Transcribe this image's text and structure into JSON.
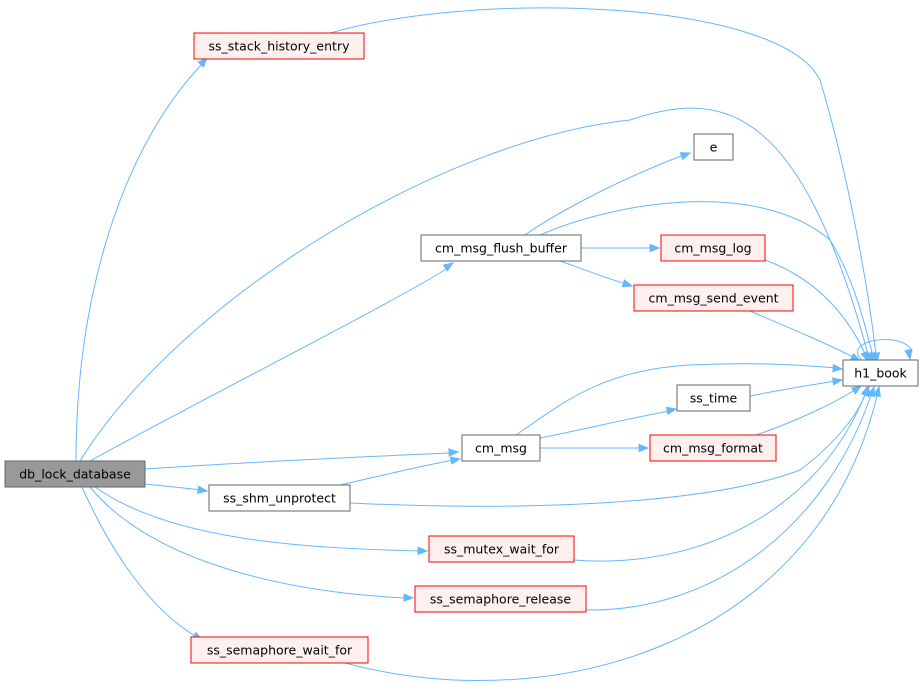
{
  "graph": {
    "style": {
      "edge_color": "#63b8ff",
      "root_fill": "#999999",
      "node_border": "#666666",
      "truncated_border": "#ff0000",
      "truncated_fill": "#fff0f0"
    },
    "nodes": {
      "db_lock_database": {
        "label": "db_lock_database",
        "kind": "root"
      },
      "ss_stack_history_entry": {
        "label": "ss_stack_history_entry",
        "kind": "truncated"
      },
      "cm_msg_flush_buffer": {
        "label": "cm_msg_flush_buffer",
        "kind": "plain"
      },
      "e": {
        "label": "e",
        "kind": "plain"
      },
      "cm_msg_log": {
        "label": "cm_msg_log",
        "kind": "truncated"
      },
      "cm_msg_send_event": {
        "label": "cm_msg_send_event",
        "kind": "truncated"
      },
      "h1_book": {
        "label": "h1_book",
        "kind": "plain"
      },
      "ss_time": {
        "label": "ss_time",
        "kind": "plain"
      },
      "cm_msg": {
        "label": "cm_msg",
        "kind": "plain"
      },
      "cm_msg_format": {
        "label": "cm_msg_format",
        "kind": "truncated"
      },
      "ss_shm_unprotect": {
        "label": "ss_shm_unprotect",
        "kind": "plain"
      },
      "ss_mutex_wait_for": {
        "label": "ss_mutex_wait_for",
        "kind": "truncated"
      },
      "ss_semaphore_release": {
        "label": "ss_semaphore_release",
        "kind": "truncated"
      },
      "ss_semaphore_wait_for": {
        "label": "ss_semaphore_wait_for",
        "kind": "truncated"
      }
    },
    "edges": [
      [
        "db_lock_database",
        "ss_stack_history_entry"
      ],
      [
        "db_lock_database",
        "h1_book"
      ],
      [
        "db_lock_database",
        "cm_msg_flush_buffer"
      ],
      [
        "db_lock_database",
        "cm_msg"
      ],
      [
        "db_lock_database",
        "ss_shm_unprotect"
      ],
      [
        "db_lock_database",
        "ss_mutex_wait_for"
      ],
      [
        "db_lock_database",
        "ss_semaphore_release"
      ],
      [
        "db_lock_database",
        "ss_semaphore_wait_for"
      ],
      [
        "ss_stack_history_entry",
        "h1_book"
      ],
      [
        "cm_msg_flush_buffer",
        "e"
      ],
      [
        "cm_msg_flush_buffer",
        "h1_book"
      ],
      [
        "cm_msg_flush_buffer",
        "cm_msg_log"
      ],
      [
        "cm_msg_flush_buffer",
        "cm_msg_send_event"
      ],
      [
        "cm_msg_log",
        "h1_book"
      ],
      [
        "cm_msg_send_event",
        "h1_book"
      ],
      [
        "h1_book",
        "h1_book"
      ],
      [
        "cm_msg",
        "h1_book"
      ],
      [
        "cm_msg",
        "ss_time"
      ],
      [
        "cm_msg",
        "cm_msg_format"
      ],
      [
        "ss_time",
        "h1_book"
      ],
      [
        "cm_msg_format",
        "h1_book"
      ],
      [
        "ss_shm_unprotect",
        "cm_msg"
      ],
      [
        "ss_shm_unprotect",
        "h1_book"
      ],
      [
        "ss_mutex_wait_for",
        "h1_book"
      ],
      [
        "ss_semaphore_release",
        "h1_book"
      ],
      [
        "ss_semaphore_wait_for",
        "h1_book"
      ]
    ]
  }
}
